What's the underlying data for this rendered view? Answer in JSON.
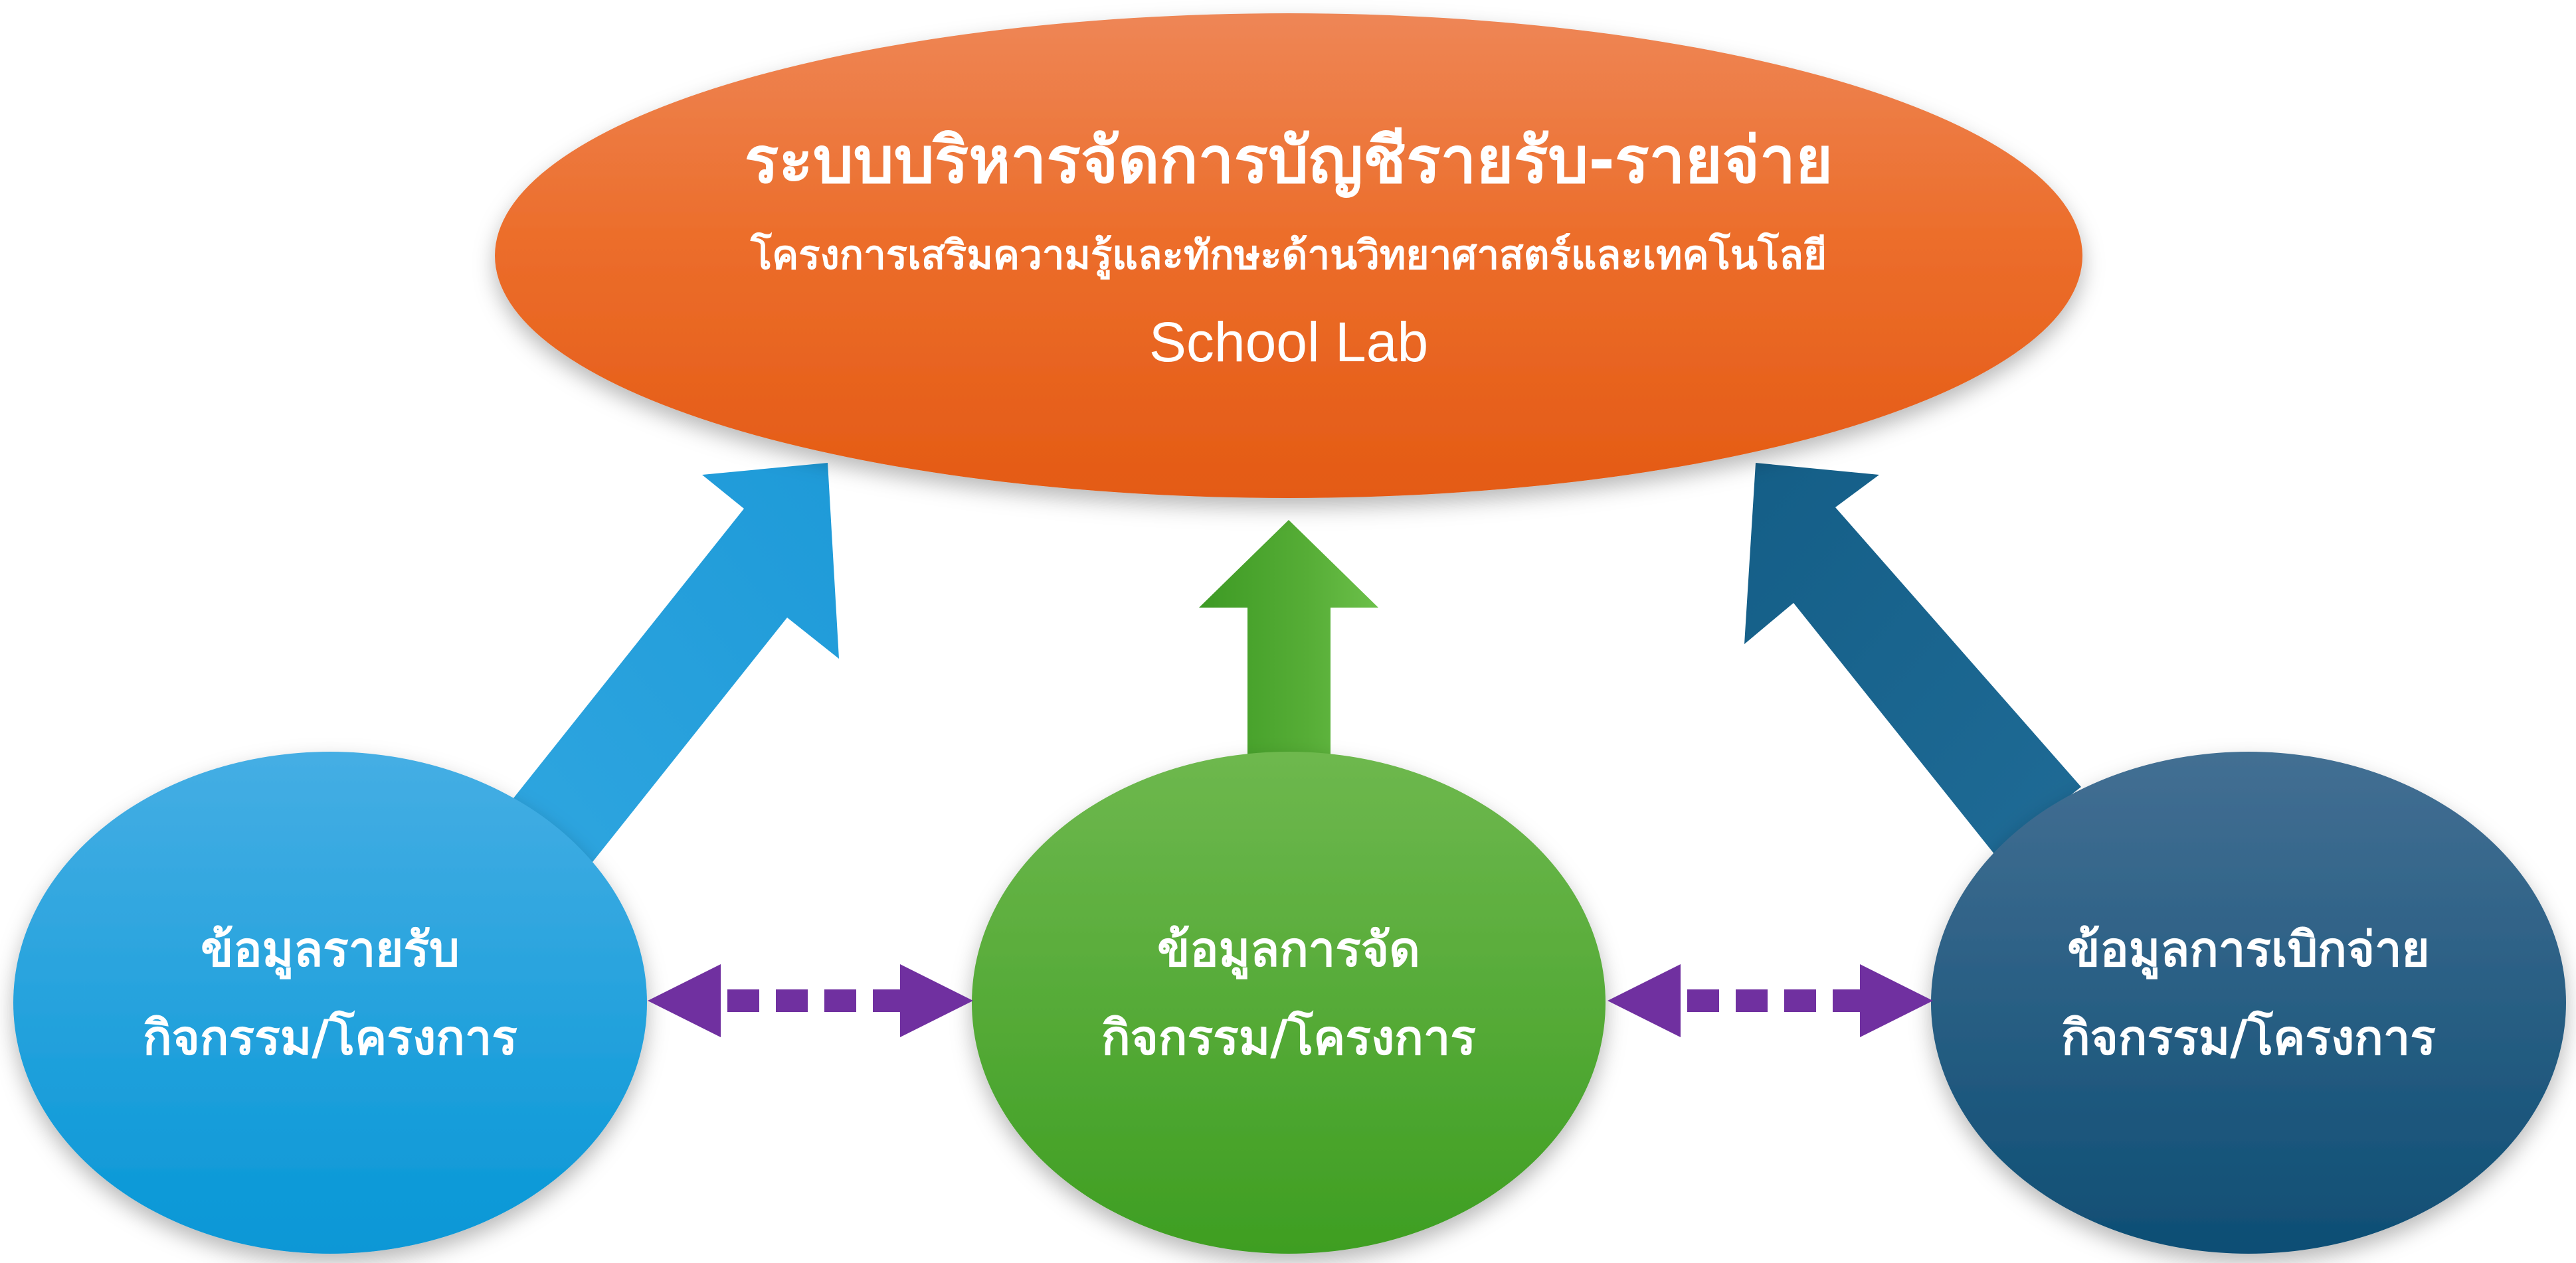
{
  "main": {
    "title": "ระบบบริหารจัดการบัญชีรายรับ-รายจ่าย",
    "subtitle": "โครงการเสริมความรู้และทักษะด้านวิทยาศาสตร์และเทคโนโลยี",
    "program": "School Lab"
  },
  "nodes": {
    "income": {
      "line1": "ข้อมูลรายรับ",
      "line2": "กิจกรรม/โครงการ"
    },
    "management": {
      "line1": "ข้อมูลการจัด",
      "line2": "กิจกรรม/โครงการ"
    },
    "expense": {
      "line1": "ข้อมูลการเบิกจ่าย",
      "line2": "กิจกรรม/โครงการ"
    }
  },
  "colors": {
    "main_node": "#EC6A28",
    "income_node": "#17A0DE",
    "management_node": "#4CAA2E",
    "expense_node": "#17567E",
    "exchange_arrow": "#7030A0"
  }
}
